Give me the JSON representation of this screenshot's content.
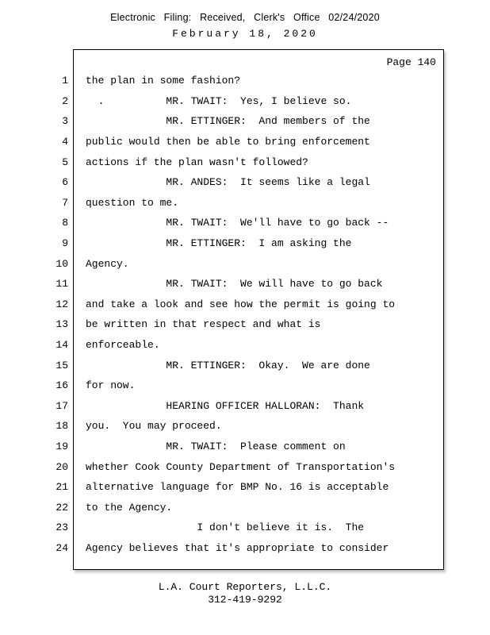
{
  "header": {
    "filing_line": "Electronic Filing: Received, Clerk's Office 02/24/2020",
    "date_line": "February 18, 2020"
  },
  "page": {
    "page_label": "Page 140",
    "lines": [
      {
        "n": 1,
        "text": "the plan in some fashion?"
      },
      {
        "n": 2,
        "text": "  .          MR. TWAIT:  Yes, I believe so."
      },
      {
        "n": 3,
        "text": "             MR. ETTINGER:  And members of the"
      },
      {
        "n": 4,
        "text": "public would then be able to bring enforcement"
      },
      {
        "n": 5,
        "text": "actions if the plan wasn't followed?"
      },
      {
        "n": 6,
        "text": "             MR. ANDES:  It seems like a legal"
      },
      {
        "n": 7,
        "text": "question to me."
      },
      {
        "n": 8,
        "text": "             MR. TWAIT:  We'll have to go back --"
      },
      {
        "n": 9,
        "text": "             MR. ETTINGER:  I am asking the"
      },
      {
        "n": 10,
        "text": "Agency."
      },
      {
        "n": 11,
        "text": "             MR. TWAIT:  We will have to go back"
      },
      {
        "n": 12,
        "text": "and take a look and see how the permit is going to"
      },
      {
        "n": 13,
        "text": "be written in that respect and what is"
      },
      {
        "n": 14,
        "text": "enforceable."
      },
      {
        "n": 15,
        "text": "             MR. ETTINGER:  Okay.  We are done"
      },
      {
        "n": 16,
        "text": "for now."
      },
      {
        "n": 17,
        "text": "             HEARING OFFICER HALLORAN:  Thank"
      },
      {
        "n": 18,
        "text": "you.  You may proceed."
      },
      {
        "n": 19,
        "text": "             MR. TWAIT:  Please comment on"
      },
      {
        "n": 20,
        "text": "whether Cook County Department of Transportation's"
      },
      {
        "n": 21,
        "text": "alternative language for BMP No. 16 is acceptable"
      },
      {
        "n": 22,
        "text": "to the Agency."
      },
      {
        "n": 23,
        "text": "                  I don't believe it is.  The"
      },
      {
        "n": 24,
        "text": "Agency believes that it's appropriate to consider"
      }
    ]
  },
  "footer": {
    "company": "L.A. Court Reporters, L.L.C.",
    "phone": "312-419-9292"
  }
}
